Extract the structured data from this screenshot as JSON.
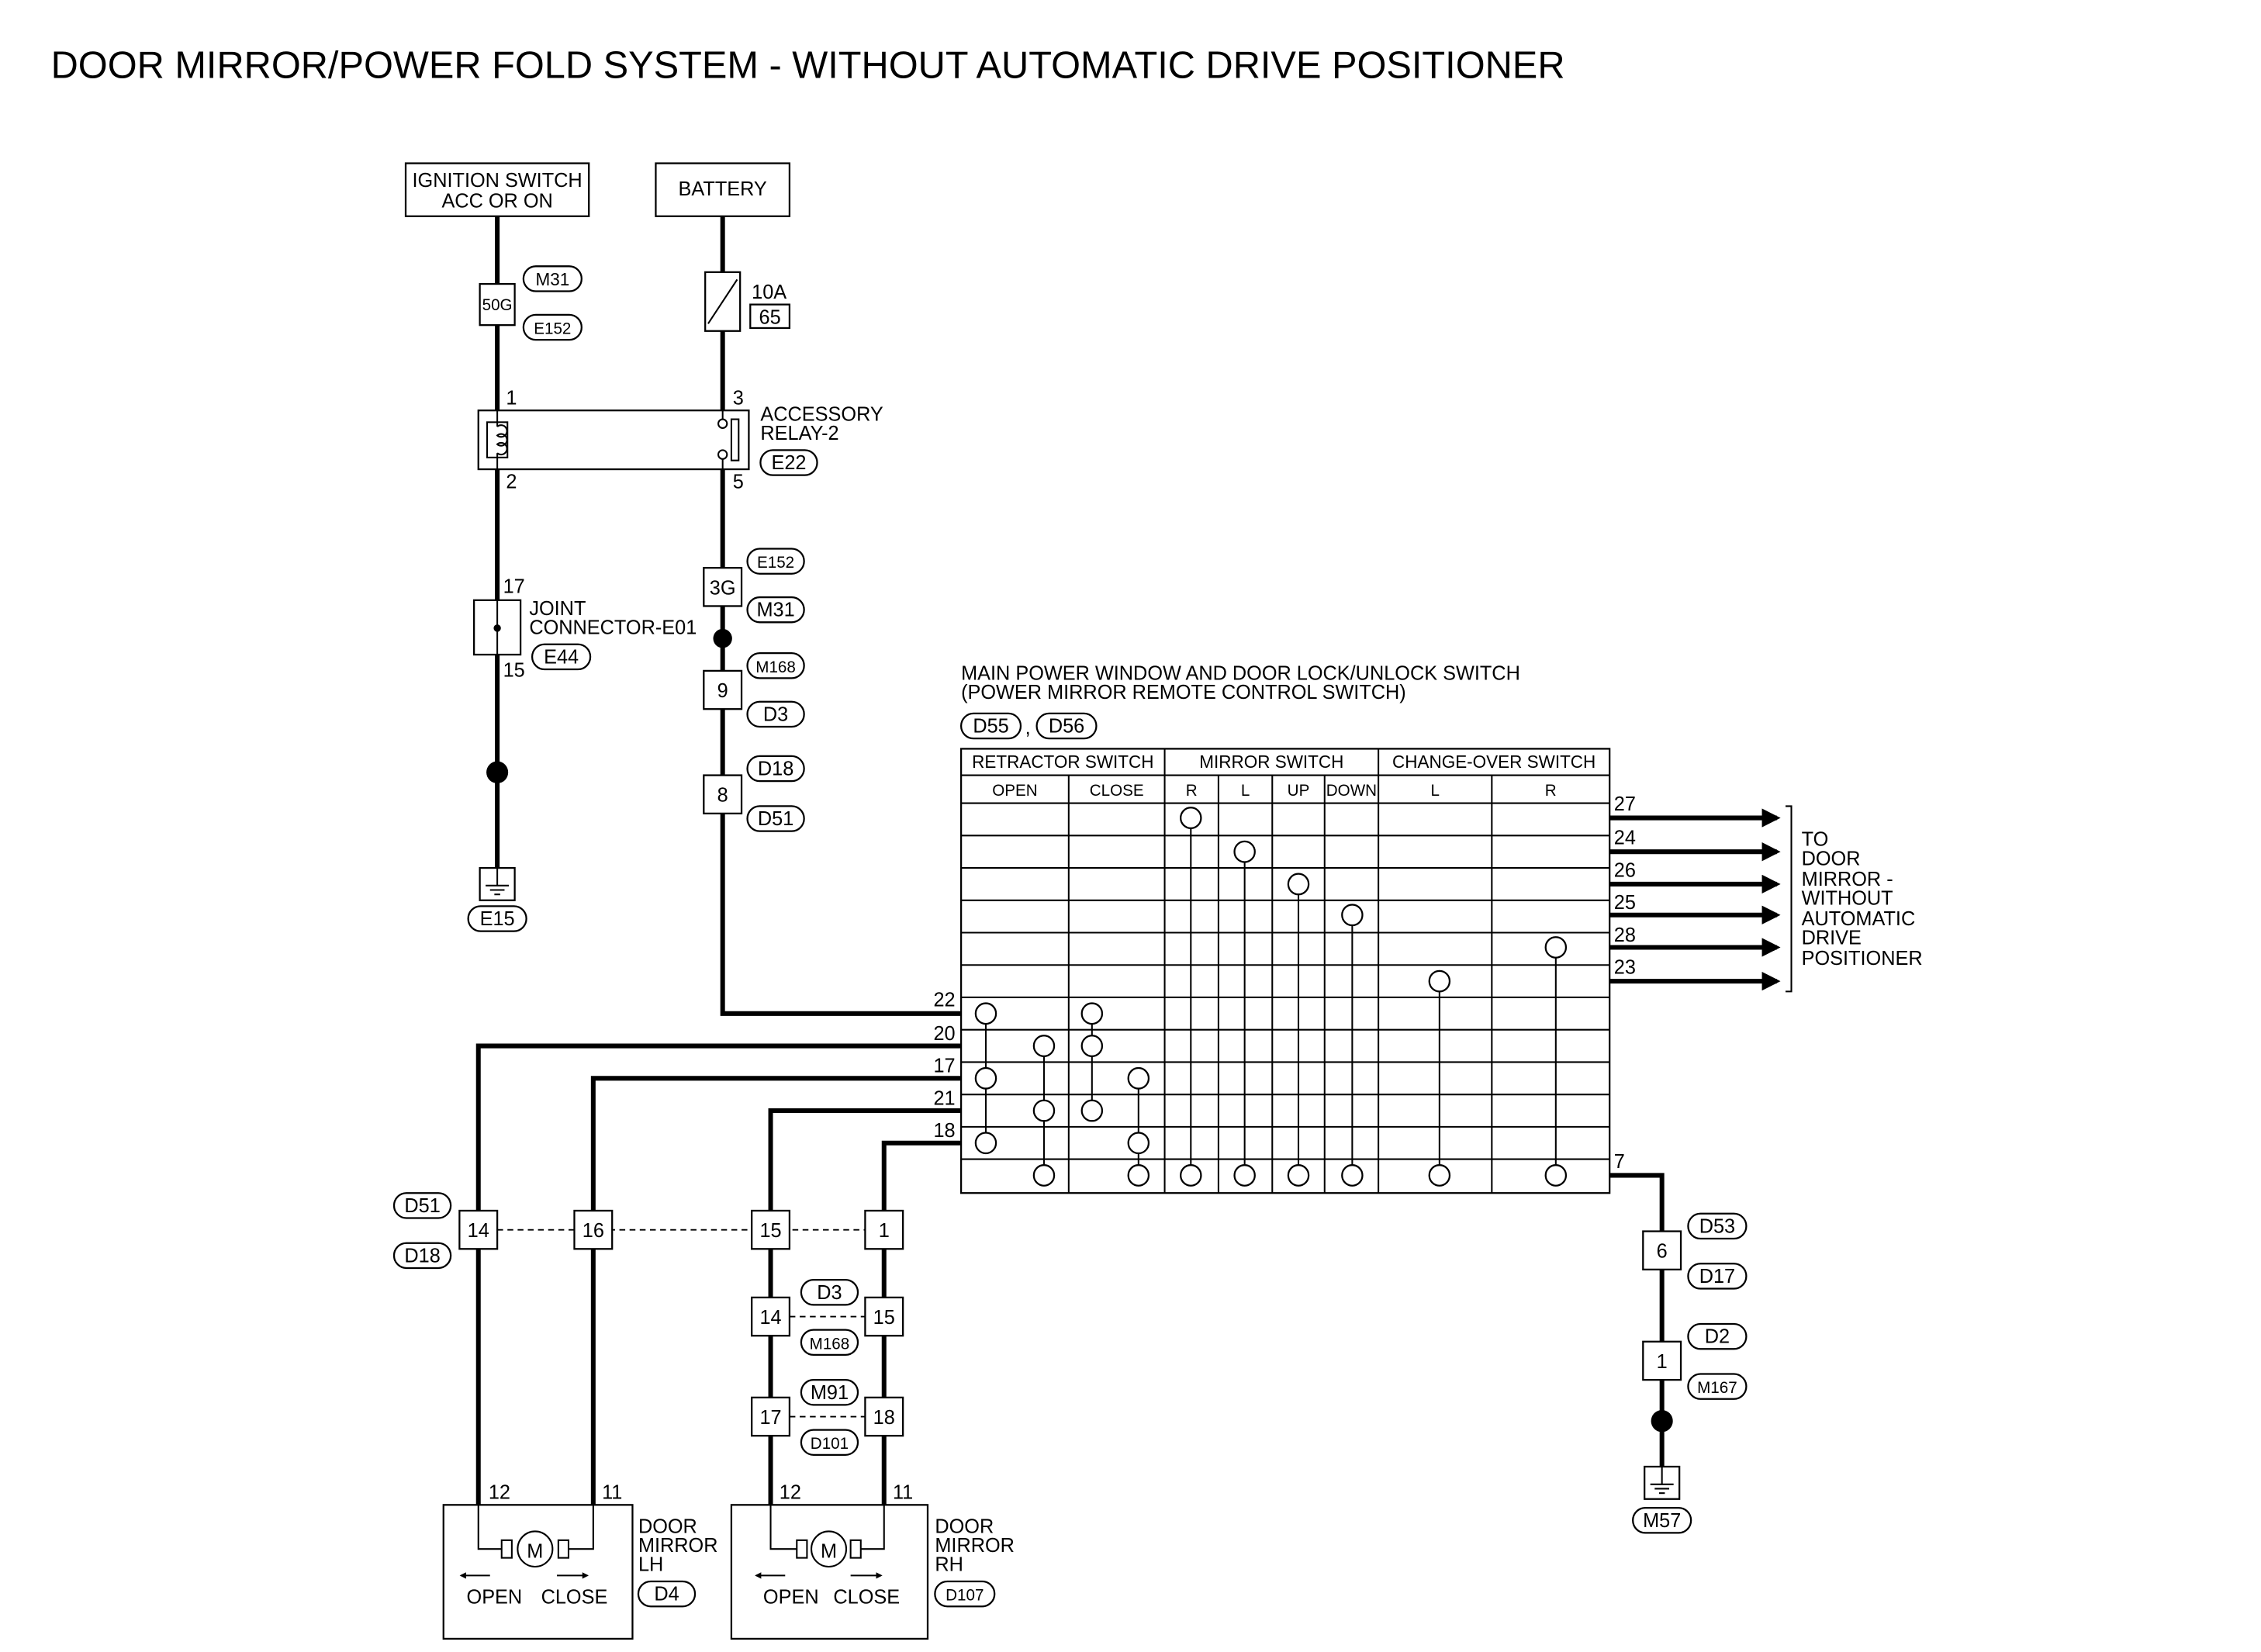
{
  "title": "DOOR MIRROR/POWER FOLD SYSTEM - WITHOUT AUTOMATIC DRIVE POSITIONER",
  "sources": {
    "ignition_line1": "IGNITION SWITCH",
    "ignition_line2": "ACC OR ON",
    "battery": "BATTERY"
  },
  "fusible_link": {
    "code": "50G",
    "connector_top": "M31",
    "connector_bottom": "E152"
  },
  "fuse": {
    "rating": "10A",
    "number": "65"
  },
  "relay": {
    "name_line1": "ACCESSORY",
    "name_line2": "RELAY-2",
    "connector": "E22",
    "pin1": "1",
    "pin2": "2",
    "pin3": "3",
    "pin5": "5"
  },
  "joint_connector": {
    "name_line1": "JOINT",
    "name_line2": "CONNECTOR-E01",
    "connector": "E44",
    "pin_top": "17",
    "pin_bottom": "15"
  },
  "ground_left": "E15",
  "battery_path": [
    {
      "pin": "3G",
      "conn_top": "E152",
      "conn_bottom": "M31"
    },
    {
      "pin": "9",
      "conn_top": "M168",
      "conn_bottom": "D3"
    },
    {
      "pin": "8",
      "conn_top": "D18",
      "conn_bottom": "D51"
    }
  ],
  "main_switch": {
    "name_line1": "MAIN POWER WINDOW AND DOOR LOCK/UNLOCK SWITCH",
    "name_line2": "(POWER MIRROR REMOTE CONTROL SWITCH)",
    "connector_a": "D55",
    "connector_sep": ",",
    "connector_b": "D56",
    "groups": [
      "RETRACTOR SWITCH",
      "MIRROR SWITCH",
      "CHANGE-OVER SWITCH"
    ],
    "columns": [
      "OPEN",
      "CLOSE",
      "R",
      "L",
      "UP",
      "DOWN",
      "L",
      "R"
    ],
    "right_pins": [
      "27",
      "24",
      "26",
      "25",
      "28",
      "23"
    ],
    "left_pins": [
      "22",
      "20",
      "17",
      "21",
      "18"
    ],
    "ground_pin": "7"
  },
  "to_door_mirror": [
    "TO",
    "DOOR",
    "MIRROR -",
    "WITHOUT",
    "AUTOMATIC",
    "DRIVE",
    "POSITIONER"
  ],
  "harness_d51": {
    "conn_top": "D51",
    "conn_bottom": "D18",
    "pins": [
      "14",
      "16",
      "15",
      "1"
    ]
  },
  "harness_d3": {
    "conn_top": "D3",
    "conn_bottom": "M168",
    "pins": [
      "14",
      "15"
    ]
  },
  "harness_m91": {
    "conn_top": "M91",
    "conn_bottom": "D101",
    "pins": [
      "17",
      "18"
    ]
  },
  "ground_right": {
    "c1_pin": "6",
    "c1_top": "D53",
    "c1_bottom": "D17",
    "c2_pin": "1",
    "c2_top": "D2",
    "c2_bottom": "M167",
    "ground": "M57"
  },
  "mirror_lh": {
    "name_line1": "DOOR",
    "name_line2": "MIRROR",
    "name_line3": "LH",
    "connector": "D4",
    "pin_a": "12",
    "pin_b": "11",
    "motor": "M",
    "open": "OPEN",
    "close": "CLOSE"
  },
  "mirror_rh": {
    "name_line1": "DOOR",
    "name_line2": "MIRROR",
    "name_line3": "RH",
    "connector": "D107",
    "pin_a": "12",
    "pin_b": "11",
    "motor": "M",
    "open": "OPEN",
    "close": "CLOSE"
  }
}
